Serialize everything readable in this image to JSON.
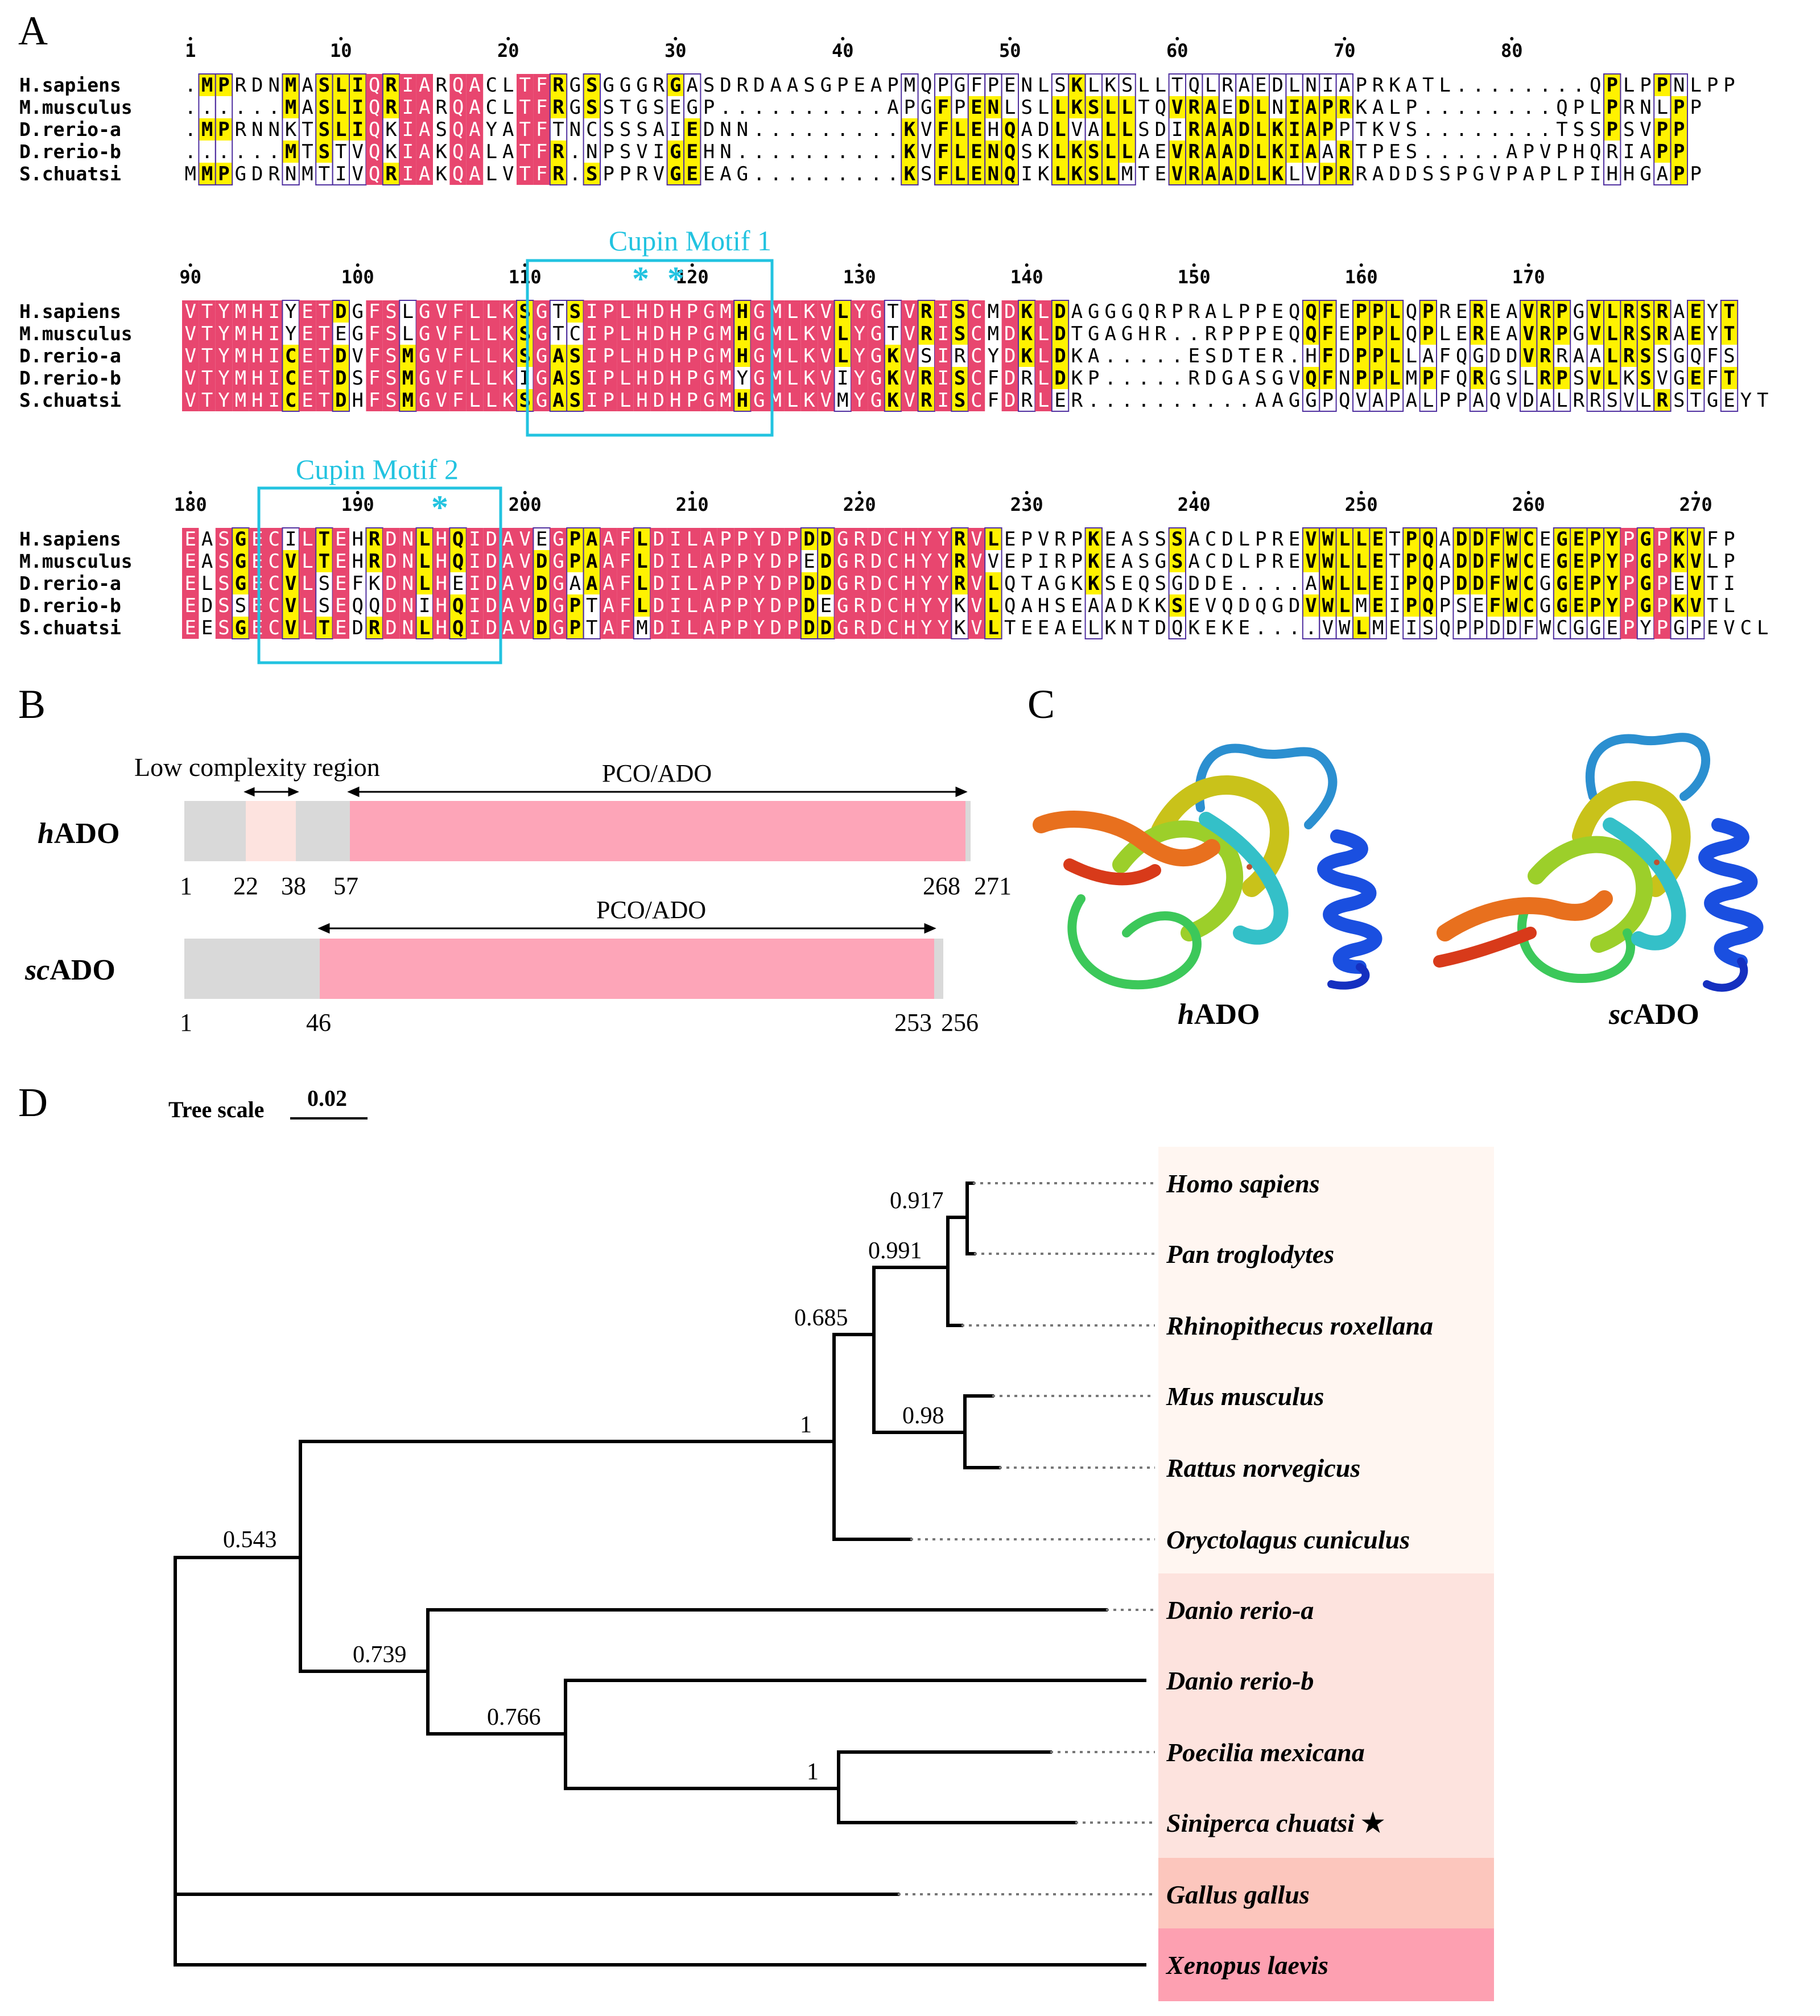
{
  "panel_labels": [
    "A",
    "B",
    "C",
    "D"
  ],
  "alignment": {
    "species": [
      "H.sapiens",
      "M.musculus",
      "D.rerio-a",
      "D.rerio-b",
      "S.chuatsi"
    ],
    "blocks": [
      {
        "start_index": 1,
        "rows": [
          ".MPRDNMASLIQRIARQACLTFRGSGGGRGASDRDAASGPEAPMQPGFPENLSKLKSLLTQLRAEDLNIAPRKATL........QPLPPNLPP",
          "......MASLIQRIARQACLTFRGSSTGSEGP..........APGFPENLSLLKSLLTQVRAEDLNIAPRKALP........QPLPRNLPP",
          ".MPRNNKTSLIQKIASQAYATFTNCSSSAIEDNN.........KVFLEHQADLVALLSDIRAADLKIAPPTKVS........TSSPSVPP",
          "......MTSTVQKIAKQALATFR.NPSVIGEHN..........KVFLENQSKLKSLLAEVRAADLKIAARTPES.....APVPHQRIAPP",
          "MMPGDRNMTIVQRIAKQALVTFR.SPPRVGEEAG.........KSFLENQIKLKSLMTEVRAADLKLVPRRADDSSPGVPAPLPIHHGAPP"
        ],
        "numbers": [
          1,
          10,
          20,
          30,
          40,
          50,
          60,
          70,
          80
        ]
      },
      {
        "start_index": 90,
        "rows": [
          "VTYMHIYETDGFSLGVFLLKSGTSIPLHDHPGMHGMLKVLYGTVRISCMDKLDAGGGQRPRALPPEQQFEPPLQPREREAVRPGVLRSRAEYT",
          "VTYMHIYETEGFSLGVFLLKSGTCIPLHDHPGMHGMLKVLYGTVRISCMDKLDTGAGHR..RPPPEQQFEPPLQPLEREAVRPGVLRSRAEYT",
          "VTYMHICETDVFSMGVFLLKSGASIPLHDHPGMHGMLKVLYGKVSIRCYDKLDKA.....ESDTER.HFDPPLLAFQGDDVRRAALRSSGQFS",
          "VTYMHICETDSFSMGVFLLKIGASIPLHDHPGMYGMLKVIYGKVRISCFDRLDKP.....RDGASGVQFNPPLMPFQRGSLRPSVLKSVGEFT",
          "VTYMHICETDHFSMGVFLLKSGASIPLHDHPGMHGMLKVMYGKVRISCFDRLER..........AAGGPQVAPALPPAQVDALRRSVLRSTGEYT"
        ],
        "numbers": [
          90,
          100,
          110,
          120,
          130,
          140,
          150,
          160,
          170
        ],
        "motif": "Cupin Motif 1"
      },
      {
        "start_index": 180,
        "rows": [
          "EASGECILTEHRDNLHQIDAVEGPAAFLDILAPPYDPDDGRDCHYYRVLEPVRPKEASSSACDLPREVWLLETPQADDFWCEGEPYPGPKVFP",
          "EASGECVLTEHRDNLHQIDAVDGPAAFLDILAPPYDPEDGRDCHYYRVVEPIRPKEASGSACDLPREVWLLETPQADDFWCEGEPYPGPKVLP",
          "ELSGECVLSEFKDNLHEIDAVDGAAAFLDILAPPYDPDDGRDCHYYRVLQTAGKKSEQSGDDE....AWLLEIPQPDDFWCGGEPYPGPEVTI",
          "EDSSECVLSEQQDNIHQIDAVDGPTAFLDILAPPYDPDEGRDCHYYKVLQAHSEAADKKSEVQDQGDVWLMEIPQPSEFWCGGEPYPGPKVTL",
          "EESGECVLTEDRDNLHQIDAVDGPTAFMDILAPPYDPDDGRDCHYYKVLTEEAELKNTDQKEKE....VWLMEISQPPDDFWCGGEPYPGPEVCL"
        ],
        "numbers": [
          180,
          190,
          200,
          210,
          220,
          230,
          240,
          250,
          260,
          270
        ],
        "motif": "Cupin Motif 2"
      }
    ],
    "motif_marker": "*",
    "colors": {
      "identical": "#e8466f",
      "similar": "#fff200",
      "box": "#5030a0",
      "motif": "#22c3e0"
    }
  },
  "domains": {
    "proteins": [
      {
        "name_prefix": "h",
        "name_suffix": "ADO",
        "length": 271,
        "tick_labels": [
          "1",
          "22",
          "38",
          "57",
          "268",
          "271"
        ],
        "tick_values": [
          1,
          22,
          38,
          57,
          268,
          271
        ],
        "region_label": "Low complexity region",
        "region_range": [
          22,
          38
        ],
        "domain_label": "PCO/ADO",
        "domain_range": [
          57,
          268
        ]
      },
      {
        "name_prefix": "sc",
        "name_suffix": "ADO",
        "length": 256,
        "tick_labels": [
          "1",
          "46",
          "253",
          "256"
        ],
        "tick_values": [
          1,
          46,
          253,
          256
        ],
        "domain_label": "PCO/ADO",
        "domain_range": [
          46,
          253
        ]
      }
    ],
    "colors": {
      "backbone": "#d9d9d9",
      "low_complexity": "#fde3df",
      "domain": "#fda5b8"
    }
  },
  "structures": {
    "labels": [
      {
        "prefix": "h",
        "suffix": "ADO"
      },
      {
        "prefix": "sc",
        "suffix": "ADO"
      }
    ]
  },
  "tree": {
    "scale_label": "Tree scale",
    "scale_value": "0.02",
    "leaves": [
      {
        "name": "Homo sapiens",
        "group": "mammal"
      },
      {
        "name": "Pan troglodytes",
        "group": "mammal"
      },
      {
        "name": "Rhinopithecus roxellana",
        "group": "mammal"
      },
      {
        "name": "Mus musculus",
        "group": "mammal"
      },
      {
        "name": "Rattus norvegicus",
        "group": "mammal"
      },
      {
        "name": "Oryctolagus cuniculus",
        "group": "mammal"
      },
      {
        "name": "Danio rerio-a",
        "group": "fish"
      },
      {
        "name": "Danio rerio-b",
        "group": "fish"
      },
      {
        "name": "Poecilia mexicana",
        "group": "fish"
      },
      {
        "name": "Siniperca chuatsi",
        "group": "fish",
        "marker": "★"
      },
      {
        "name": "Gallus gallus",
        "group": "bird"
      },
      {
        "name": "Xenopus laevis",
        "group": "amphibian"
      }
    ],
    "support_values": [
      "0.917",
      "0.991",
      "0.685",
      "1",
      "0.98",
      "0.543",
      "0.739",
      "0.766",
      "1"
    ],
    "group_colors": {
      "mammal": "#fff6f1",
      "fish": "#fde3de",
      "bird": "#fcc6bd",
      "amphibian": "#fda0b1"
    }
  }
}
